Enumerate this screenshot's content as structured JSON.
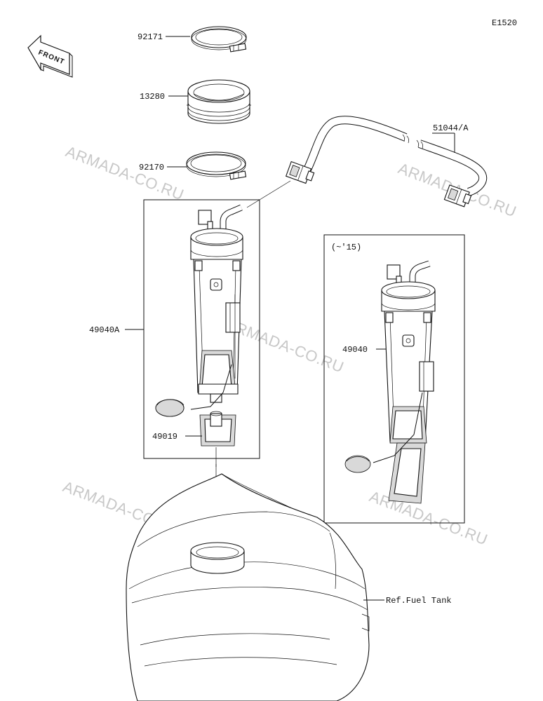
{
  "diagram_code": "E1520",
  "front_label": "FRONT",
  "parts": {
    "clamp_upper": "92171",
    "gasket": "13280",
    "clamp_lower": "92170",
    "fuel_hose": "51044/A",
    "pump_assy_a": "49040A",
    "filter": "49019",
    "pump_assy": "49040",
    "fuel_tank_ref": "Ref.Fuel Tank"
  },
  "variant_note": "(~'15)",
  "watermark": "ARMADA-CO.RU"
}
